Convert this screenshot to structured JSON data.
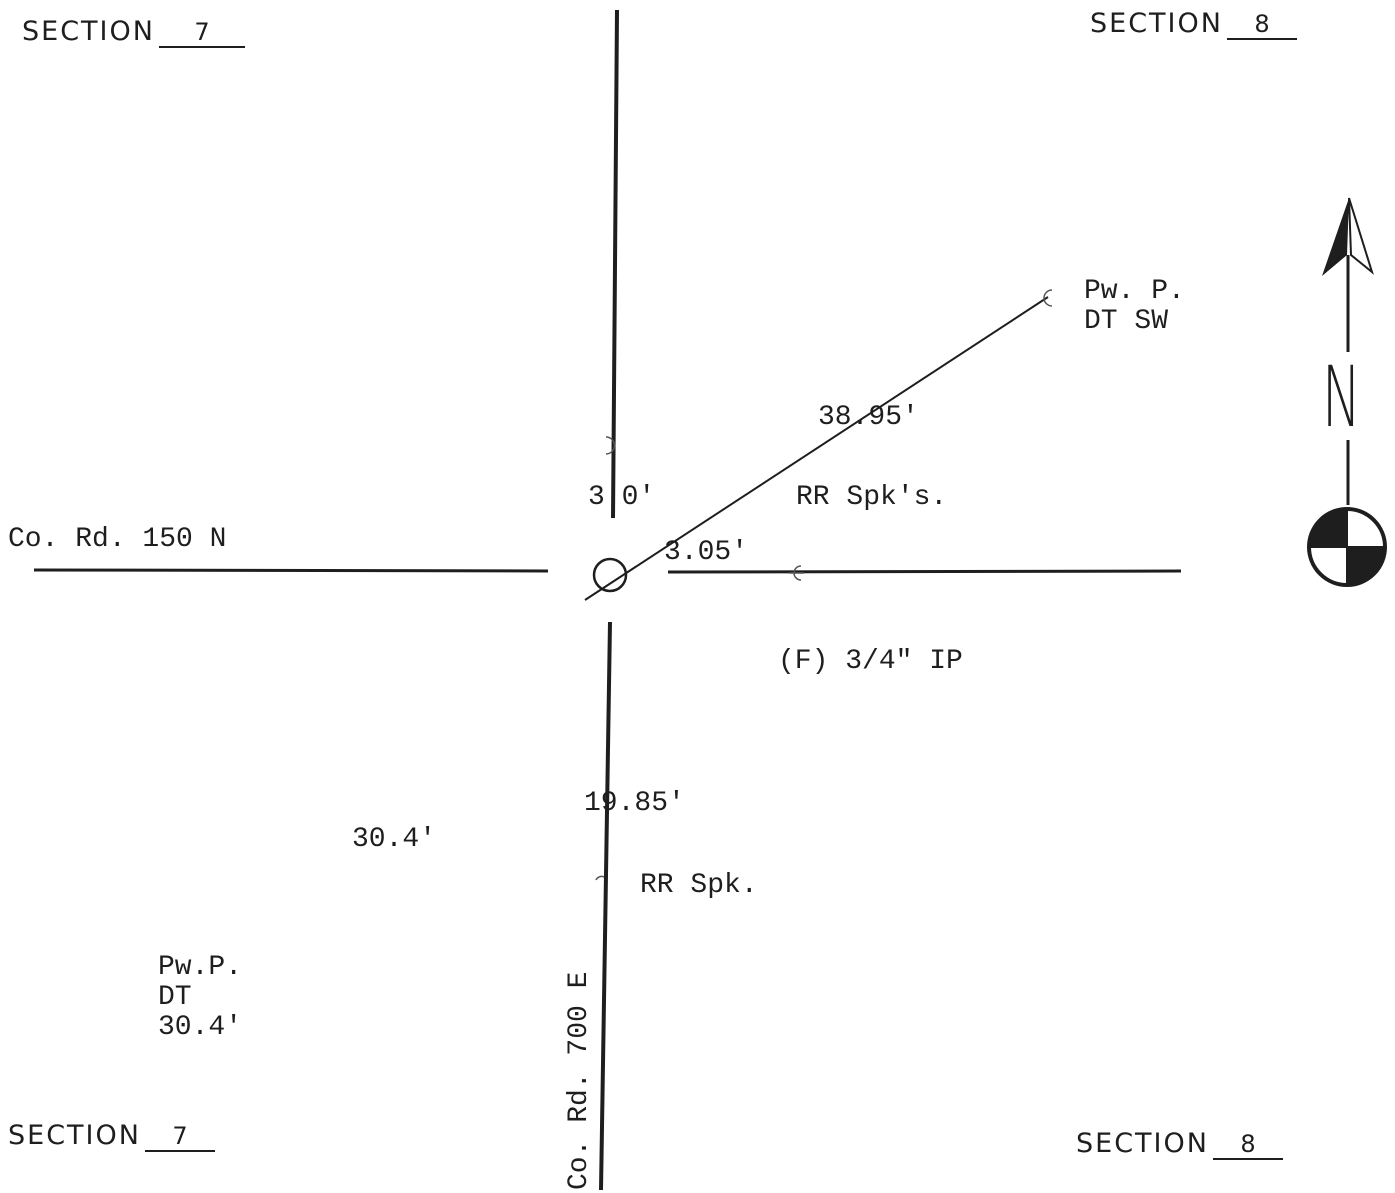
{
  "sections": {
    "top_left": {
      "prefix": "SECTION",
      "number": "7"
    },
    "top_right": {
      "prefix": "SECTION",
      "number": "8"
    },
    "bottom_left": {
      "prefix": "SECTION",
      "number": "7"
    },
    "bottom_right": {
      "prefix": "SECTION",
      "number": "8"
    }
  },
  "roads": {
    "east_west": "Co. Rd. 150 N",
    "north_south": "Co. Rd. 700 E"
  },
  "measurements": {
    "to_pw_pole_ne": "38.95'",
    "to_north_spike": "3.0'",
    "to_east_spike": "3.05'",
    "to_south_spike": "19.85'",
    "to_pw_pole_sw": "30.4'"
  },
  "references": {
    "ne_pole": [
      "Pw. P.",
      "DT SW"
    ],
    "north_east_spikes": "RR Spk's.",
    "monument": "(F) 3/4\" IP",
    "south_spike": "RR Spk.",
    "sw_pole": [
      "Pw.P.",
      "DT",
      "30.4'"
    ]
  },
  "north_arrow": {
    "letter": "N",
    "icon": "north-arrow-icon"
  },
  "colors": {
    "ink": "#1e1e1e",
    "paper": "#ffffff"
  }
}
